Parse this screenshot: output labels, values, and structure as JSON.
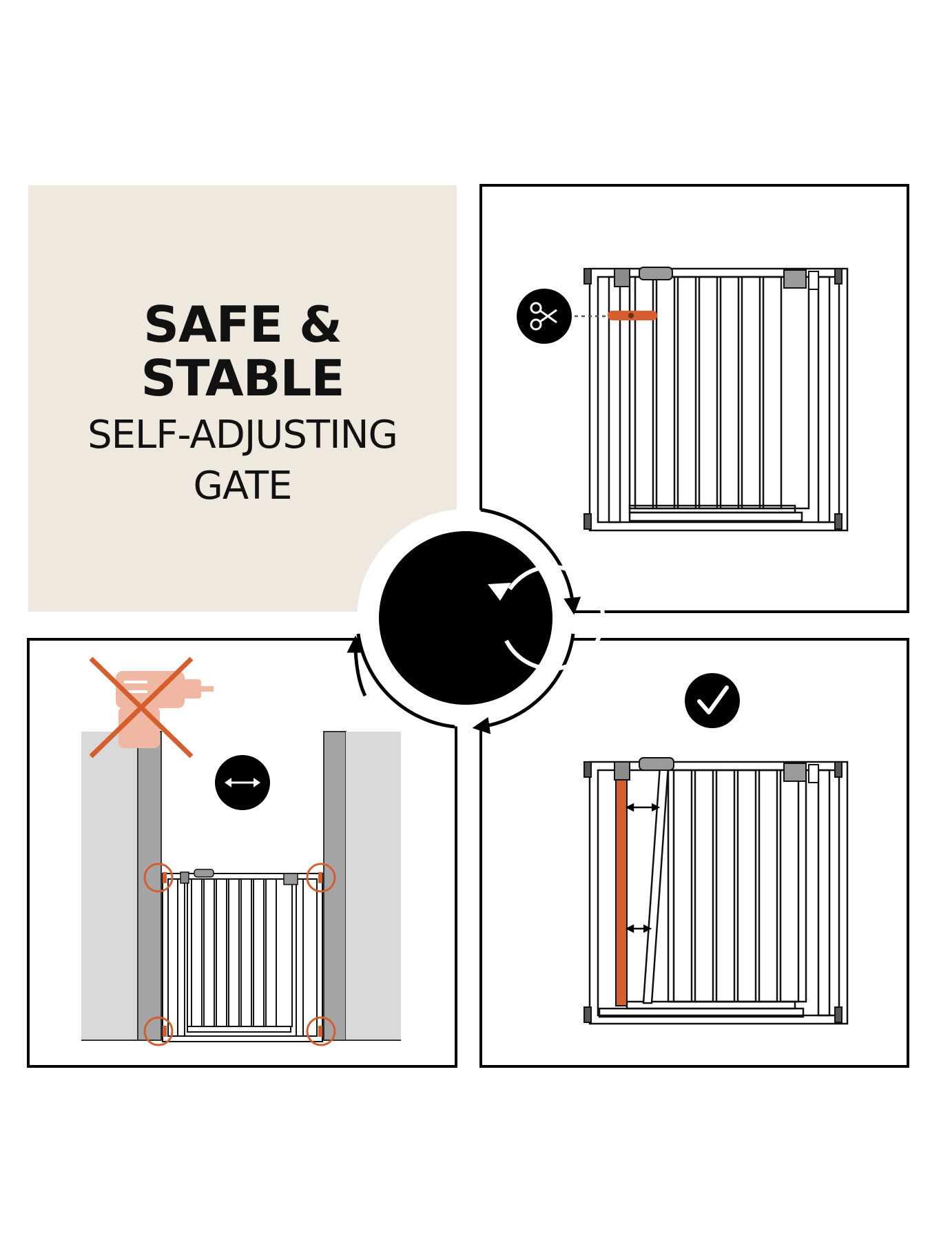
{
  "title": {
    "line1": "SAFE &",
    "line2": "STABLE",
    "line3": "SELF-ADJUSTING",
    "line4": "GATE"
  },
  "colors": {
    "panel_bg": "#efe8df",
    "accent_orange": "#d55e2f",
    "black": "#000000",
    "wall_grey": "#d9d9d9",
    "frame_grey": "#a5a5a5"
  },
  "icons": {
    "top_right": "scissors-icon",
    "bottom_right": "checkmark-icon",
    "bottom_left": "double-arrow-icon",
    "center": "rotate-icon",
    "crossed_out": "drill-icon"
  }
}
